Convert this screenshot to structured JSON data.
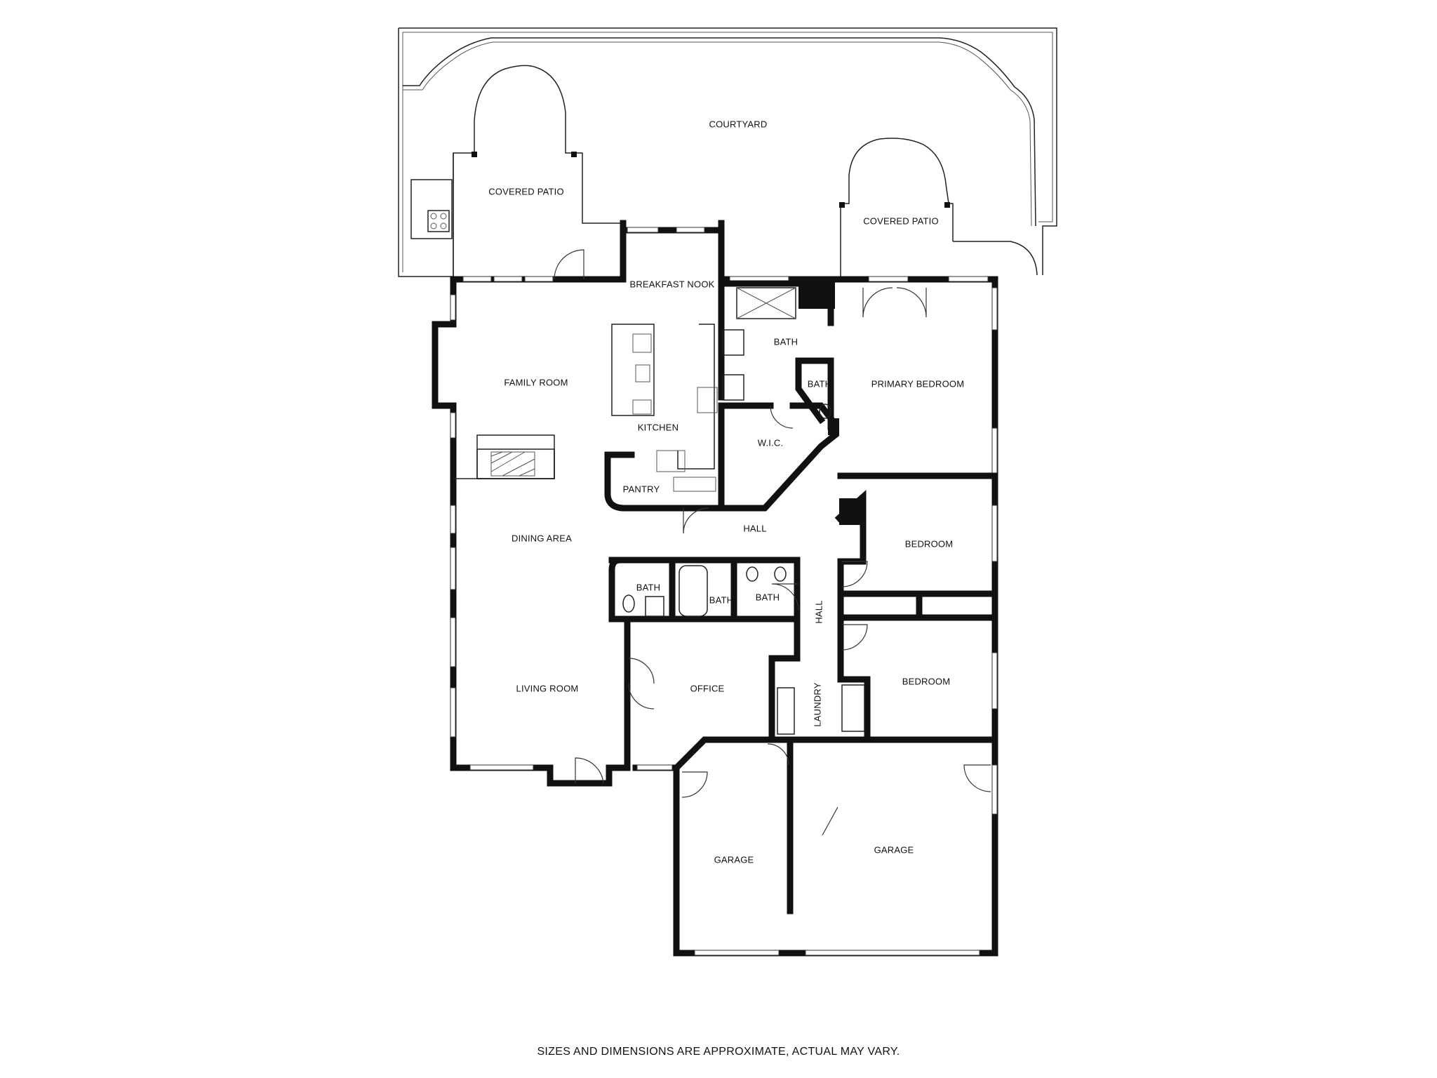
{
  "rooms": {
    "courtyard": "COURTYARD",
    "covered_patio_left": "COVERED PATIO",
    "covered_patio_right": "COVERED PATIO",
    "breakfast_nook": "BREAKFAST NOOK",
    "family_room": "FAMILY ROOM",
    "kitchen": "KITCHEN",
    "pantry": "PANTRY",
    "bath_primary": "BATH",
    "bath_primary_wc": "BATH",
    "primary_bedroom": "PRIMARY BEDROOM",
    "wic": "W.I.C.",
    "hall_main": "HALL",
    "hall_side": "HALL",
    "dining_area": "DINING AREA",
    "bath_1": "BATH",
    "bath_2": "BATH",
    "bath_3": "BATH",
    "bedroom_upper": "BEDROOM",
    "bedroom_lower": "BEDROOM",
    "living_room": "LIVING ROOM",
    "office": "OFFICE",
    "laundry": "LAUNDRY",
    "garage_left": "GARAGE",
    "garage_right": "GARAGE"
  },
  "footer": {
    "disclaimer": "SIZES AND DIMENSIONS ARE APPROXIMATE, ACTUAL MAY VARY."
  },
  "colors": {
    "wall": "#111111",
    "background": "#ffffff"
  }
}
